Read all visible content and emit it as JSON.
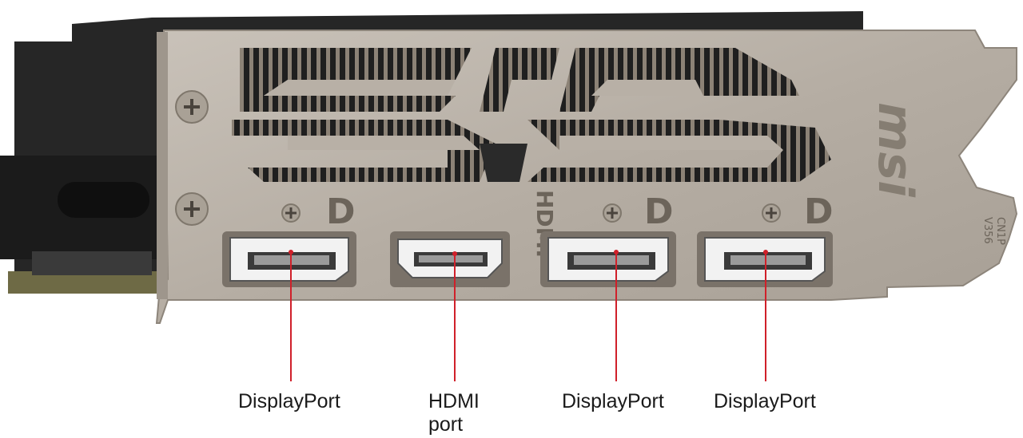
{
  "bracket": {
    "brand_mark": "msi",
    "hdmi_stamp": "HDMI",
    "dp_stamp": "D",
    "cert_text_1": "V356",
    "cert_text_2": "CN1P"
  },
  "callouts": [
    {
      "label": "DisplayPort"
    },
    {
      "label_line1": "HDMI",
      "label_line2": "port"
    },
    {
      "label": "DisplayPort"
    },
    {
      "label": "DisplayPort"
    }
  ],
  "colors": {
    "bracket": "#b9b1a8",
    "heatsink": "#1d1f21",
    "shroud": "#2c2c2c",
    "pcb": "#6e6a45",
    "callout_line": "#d0202a",
    "port_cavity": "#f2f2f2"
  }
}
